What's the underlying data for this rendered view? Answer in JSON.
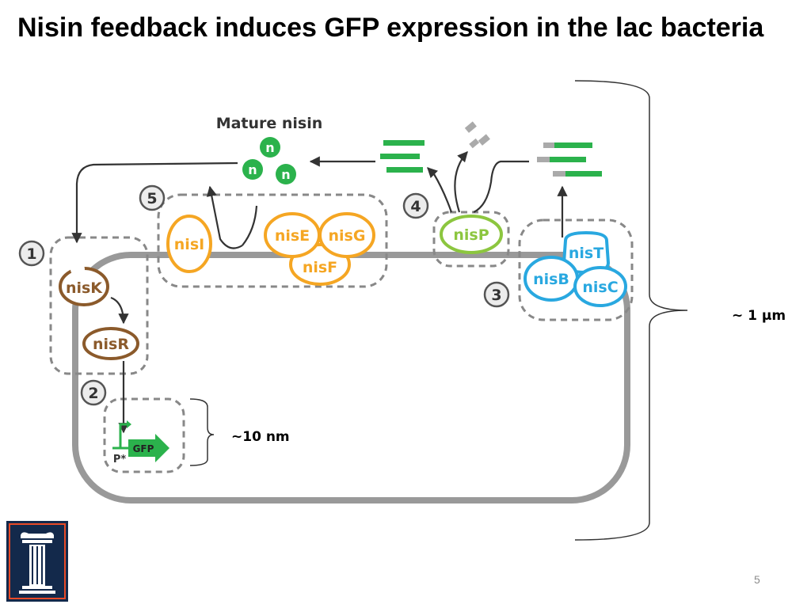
{
  "slide": {
    "title": "Nisin feedback induces GFP expression in the lac bacteria",
    "page_number": "5"
  },
  "diagram": {
    "mature_nisin_label": "Mature nisin",
    "nisin_symbol": "n",
    "steps": [
      "1",
      "2",
      "3",
      "4",
      "5"
    ],
    "proteins": {
      "nisK": "nisK",
      "nisR": "nisR",
      "nisI": "nisI",
      "nisE": "nisE",
      "nisG": "nisG",
      "nisF": "nisF",
      "nisP": "nisP",
      "nisT": "nisT",
      "nisB": "nisB",
      "nisC": "nisC"
    },
    "promoter_label": "P*",
    "gfp_label": "GFP",
    "scale_small": "~10 nm",
    "scale_large": "~ 1 µm"
  },
  "colors": {
    "brown": "#8B5A2B",
    "orange": "#F5A623",
    "green": "#8CC63F",
    "blue": "#29A8E0",
    "gfp_green": "#2BB24C",
    "membrane": "#999999",
    "logo_blue": "#13294B",
    "logo_orange": "#E84A27"
  },
  "logo": {
    "icon": "university-column-logo"
  }
}
